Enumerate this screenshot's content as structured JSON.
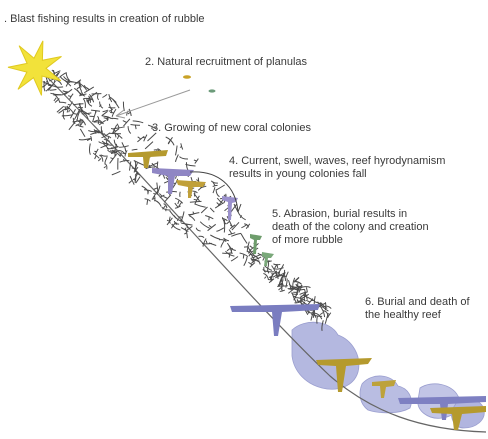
{
  "labels": {
    "step1": ". Blast fishing results in creation of rubble",
    "step2": "2. Natural recruitment of planulas",
    "step3": "3. Growing of new coral colonies",
    "step4": "4. Current, swell, waves, reef hyrodynamism results in young colonies fall",
    "step5": "5. Abrasion, burial results in death of the colony and creation of more rubble",
    "step6": "6. Burial and death of the healthy reef"
  },
  "colors": {
    "blast": "#f2e23a",
    "rubble_stroke": "#4a4a4a",
    "planula_yellow": "#c9a227",
    "planula_green": "#6c9b7a",
    "coral_olive": "#b59a2e",
    "coral_lavender": "#8f86c4",
    "coral_green": "#6e9d6c",
    "reef_blue": "#b4b8e0",
    "reef_blue_dark": "#7a7dc0",
    "slope_line": "#666666"
  }
}
